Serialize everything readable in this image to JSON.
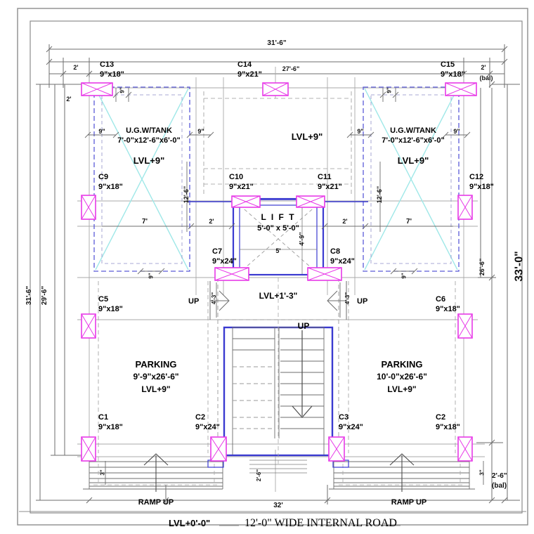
{
  "drawing": {
    "type": "architectural-floor-plan",
    "title_note": "12'-0\" WIDE INTERNAL ROAD",
    "ground_level": "LVL+0'-0\""
  },
  "overall_dimensions": {
    "top_overall": "31'-6\"",
    "top_inner": "27'-6\"",
    "top_left_offset": "2'",
    "top_right_offset": "2'",
    "top_right_note": "(bal)",
    "right_overall": "33'-0\"",
    "right_inner": "26'-6\"",
    "right_bottom": "2'-6\"",
    "right_bottom_note": "(bal)",
    "left_outer": "31'-6\"",
    "left_inner": "29'-6\"",
    "left_mid": "12'-6\"",
    "bottom_width": "32'"
  },
  "columns": [
    {
      "id": "C1",
      "size": "9\"x18\""
    },
    {
      "id": "C2",
      "size": "9\"x24\""
    },
    {
      "id": "C3",
      "size": "9\"x24\""
    },
    {
      "id": "C2r",
      "label": "C2",
      "size": "9\"x18\""
    },
    {
      "id": "C5",
      "size": "9\"x18\""
    },
    {
      "id": "C6",
      "size": "9\"x18\""
    },
    {
      "id": "C7",
      "size": "9\"x24\""
    },
    {
      "id": "C8",
      "size": "9\"x24\""
    },
    {
      "id": "C9",
      "size": "9\"x18\""
    },
    {
      "id": "C10",
      "size": "9\"x21\""
    },
    {
      "id": "C11",
      "size": "9\"x21\""
    },
    {
      "id": "C12",
      "size": "9\"x18\""
    },
    {
      "id": "C13",
      "size": "9\"x18\""
    },
    {
      "id": "C14",
      "size": "9\"x21\""
    },
    {
      "id": "C15",
      "size": "9\"x18\""
    }
  ],
  "column_labels": {
    "c1_id": "C1",
    "c1_size": "9\"x18\"",
    "c2_id": "C2",
    "c2_size": "9\"x24\"",
    "c3_id": "C3",
    "c3_size": "9\"x24\"",
    "c2r_id": "C2",
    "c2r_size": "9\"x18\"",
    "c5_id": "C5",
    "c5_size": "9\"x18\"",
    "c6_id": "C6",
    "c6_size": "9\"x18\"",
    "c7_id": "C7",
    "c7_size": "9\"x24\"",
    "c8_id": "C8",
    "c8_size": "9\"x24\"",
    "c9_id": "C9",
    "c9_size": "9\"x18\"",
    "c10_id": "C10",
    "c10_size": "9\"x21\"",
    "c11_id": "C11",
    "c11_size": "9\"x21\"",
    "c12_id": "C12",
    "c12_size": "9\"x18\"",
    "c13_id": "C13",
    "c13_size": "9\"x18\"",
    "c14_id": "C14",
    "c14_size": "9\"x21\"",
    "c15_id": "C15",
    "c15_size": "9\"x18\""
  },
  "rooms": {
    "tank_left": {
      "name": "U.G.W/TANK",
      "size": "7'-0\"x12'-6\"x6'-0\"",
      "level": "LVL+9\""
    },
    "tank_right": {
      "name": "U.G.W/TANK",
      "size": "7'-0\"x12'-6\"x6'-0\"",
      "level": "LVL+9\""
    },
    "center_top": {
      "level": "LVL+9\""
    },
    "lift": {
      "name": "L I F T",
      "size": "5'-0\" x 5'-0\"",
      "inner_width": "5'",
      "inner_height": "4'-9\""
    },
    "landing": {
      "level": "LVL+1'-3\""
    },
    "parking_left": {
      "name": "PARKING",
      "size": "9'-9\"x26'-6\"",
      "level": "LVL+9\""
    },
    "parking_right": {
      "name": "PARKING",
      "size": "10'-0\"x26'-6\"",
      "level": "LVL+9\""
    }
  },
  "annotations": {
    "up_stair": "UP",
    "up_left": "UP",
    "up_right": "UP",
    "ramp_left": "RAMP UP",
    "ramp_right": "RAMP UP",
    "nine_in": "9\"",
    "seven_ft": "7'",
    "two_ft": "2'",
    "four_three": "4'-3\"",
    "three_in": "3\"",
    "two_six": "2'-6\""
  },
  "colors": {
    "column_fill": "#ffffff",
    "column_stroke": "#e83ae8",
    "wall_blue": "#3a3ad0",
    "dashed_blue": "#5a5ad8",
    "tank_cross": "#9fe8e8",
    "grid_gray": "#9a9a9a",
    "text": "#000000"
  }
}
